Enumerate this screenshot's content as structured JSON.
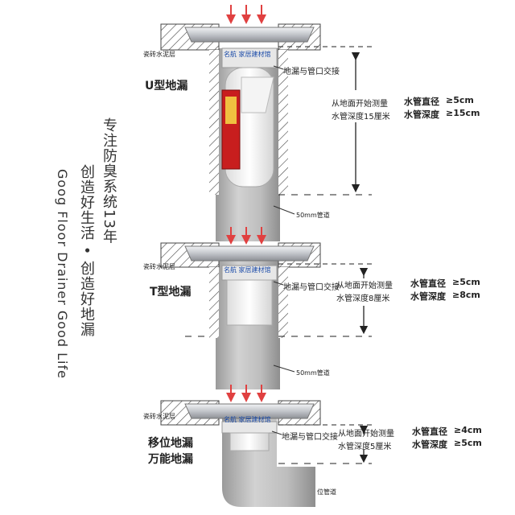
{
  "side_text": {
    "line1": "专注防臭系统13年",
    "line2": "创造好生活 • 创造好地漏",
    "line3": "Goog Floor Drainer Good Life"
  },
  "brand_stamp": "名航 家居建材馆",
  "layer_label": "瓷砖水泥层",
  "pipe_label": "50mm管道",
  "junction_label": "地漏与管口交接",
  "measure_text": "从地面开始测量",
  "pipe_diameter_label": "水管直径",
  "pipe_depth_label": "水管深度",
  "sections": [
    {
      "title_lines": [
        "U型地漏"
      ],
      "depth_note": "水管深度15厘米",
      "diameter_value": "≥5cm",
      "depth_value": "≥15cm"
    },
    {
      "title_lines": [
        "T型地漏"
      ],
      "depth_note": "水管深度8厘米",
      "diameter_value": "≥5cm",
      "depth_value": "≥8cm"
    },
    {
      "title_lines": [
        "移位地漏",
        "万能地漏"
      ],
      "depth_note": "水管深度5厘米",
      "diameter_value": "≥4cm",
      "depth_value": "≥5cm"
    }
  ],
  "bottom_pipe_label": "位管道",
  "colors": {
    "flow_arrow": "#e04040",
    "pipe": "#b9b9b9",
    "steel": "#c9ccd0",
    "dimension_line": "#222222"
  }
}
